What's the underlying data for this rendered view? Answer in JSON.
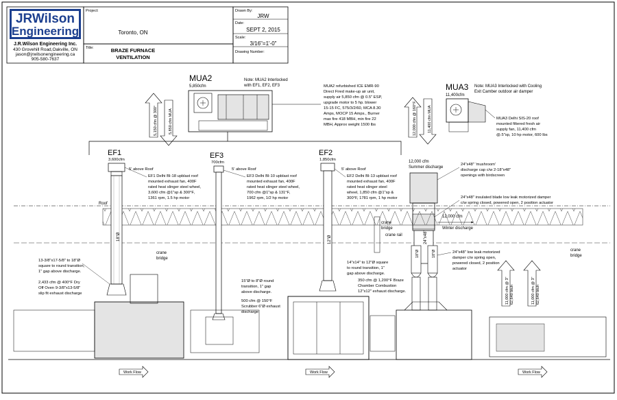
{
  "title_block": {
    "logo_line1": "JRWilson",
    "logo_line2": "Engineering",
    "company": "J.R.Wilson Engineering Inc.",
    "address": "430 Grovehill Road,Oakville, ON",
    "email": "jason@jrwilsonengineering.ca",
    "phone": "905-580-7637",
    "project_label": "Project:",
    "project_value": "Toronto, ON",
    "title_label": "Title:",
    "title_line1": "BRAZE FURNACE",
    "title_line2": "VENTILATION",
    "drawn_label": "Drawn By:",
    "drawn_value": "JRW",
    "date_label": "Date:",
    "date_value": "SEPT 2, 2015",
    "scale_label": "Scale:",
    "scale_value": "3/16\"=1'-0\"",
    "drawing_label": "Drawing Number:"
  },
  "units": {
    "mua2": {
      "name": "MUA2",
      "cfm": "5,850cfm",
      "note": [
        "Note: MUA2 Interlocked",
        "with EF1, EF2, EF3"
      ],
      "desc": [
        "MUA2 refurbished ICE EMR-90",
        "Direct Fired make-up air unit,",
        "supply air 5,850 cfm @ 0.5\" ESP,",
        "upgrade motor to 5 hp. blower",
        "15-15 FC, 575/3/2/60, MCA 8.30",
        "Amps, MOCP 15 Amps., Burner",
        "max fire 418 MBH, min fire 22",
        "MBH, Approx weight 1500 lbs"
      ],
      "arrow_label1": "5,150 cfm @ 300°",
      "arrow_label2": "5,850 cfm MUA"
    },
    "mua3": {
      "name": "MUA3",
      "cfm": "11,400cfm",
      "note": [
        "Note: MUA3 Interlocked with Cooling",
        "Exit Camber outdoor air damper"
      ],
      "desc": [
        "MUA3 Delhi SIS-20 roof",
        "mounted filtered fresh air",
        "supply fan, 11,400 cfm",
        "@.5\"sp, 10 hp motor, 600 lbs"
      ],
      "arrow_label1": "12,000 cfm @ 160°F",
      "arrow_label2": "11,400 cfm MUA"
    },
    "ef1": {
      "name": "EF1",
      "cfm": "3,600cfm",
      "above_roof": "5' above Roof",
      "desc": [
        "EF1 Delhi BI-18 upblast roof",
        "mounted exhaust fan, 400F",
        "rated heat slinger steel wheel,",
        "3,600 cfm @1\"sp & 300°F,",
        "1361 rpm, 1.5 hp motor"
      ],
      "duct_size": "18\"Ø"
    },
    "ef3": {
      "name": "EF3",
      "cfm": "700cfm",
      "above_roof": "5' above Roof",
      "desc": [
        "EF3 Delhi BI-10 upblast roof",
        "mounted exhaust fan, 400F",
        "rated heat slinger steel wheel,",
        "700 cfm @1\"sp & 131°F,",
        "1962 rpm, 1/2 hp motor"
      ]
    },
    "ef2": {
      "name": "EF2",
      "cfm": "1,850cfm",
      "above_roof": "5' above Roof",
      "desc": [
        "EF2 Delhi BI-13 upblast roof",
        "mounted exhaust fan, 400F",
        "rated heat slinger steel",
        "wheel, 1,850 cfm @1\"sp &",
        "300°F, 1781 rpm, 1 hp motor"
      ],
      "duct_size": "12\"Ø"
    }
  },
  "labels": {
    "roof": "Roof",
    "crane_bridge": [
      "crane",
      "bridge"
    ],
    "crane_rail": "crane rail",
    "transition_note": [
      "13-3/8\"x17-5/8\" to 18\"Ø",
      "square to round transition,",
      "1\" gap above discharge."
    ],
    "dry_oven_note": [
      "2,433 cfm @ 400°F Dry",
      "Off Oven 9-3/8\"x13-5/8\"",
      "slip fit exhaust discharge"
    ],
    "ef3_transition": [
      "15\"Ø to 8\"Ø round",
      "transition, 1\" gap",
      "above discharge."
    ],
    "ef3_scrubber": [
      "500 cfm @ 150°F",
      "Scrubber 6\"Ø exhaust",
      "discharge"
    ],
    "ef2_transition": [
      "14\"x14\" to 12\"Ø square",
      "to round transition, 1\"",
      "gap above discharge."
    ],
    "ef2_combustion": [
      "350 cfm @ 1,200°F Braze",
      "Chamber Combustion",
      "12\"x12\" exhaust discharge."
    ],
    "summer_cfm": "12,000 cfm",
    "summer_label": "Summer discharge",
    "mushroom_note": [
      "24\"x48\" 'mushroom'",
      "discharge cap c/w 2-18\"x48\"",
      "openings with birdscreen"
    ],
    "insulated_note": [
      "24\"x48\" insulated blade low leak motorized damper",
      "c/w spring closed, powered open, 2 position actuator"
    ],
    "winter_cfm": "12,000 cfm",
    "winter_label": "Winter discharge",
    "damper_note": [
      "24\"x48\" low leak motorized",
      "damper c/w spring open,",
      "powered closed, 2 position",
      "actuator"
    ],
    "duct_24x48": "24\"x48\"",
    "duct_18a": "18\"Ø",
    "duct_18b": "18\"Ø",
    "right_arrow1": [
      "11,000 cfm @ 3\"",
      "62,640 btuh"
    ],
    "right_arrow2": [
      "11,000 cfm @ 3\"",
      "62,640 btuh"
    ],
    "work_flow": "Work Flow"
  }
}
